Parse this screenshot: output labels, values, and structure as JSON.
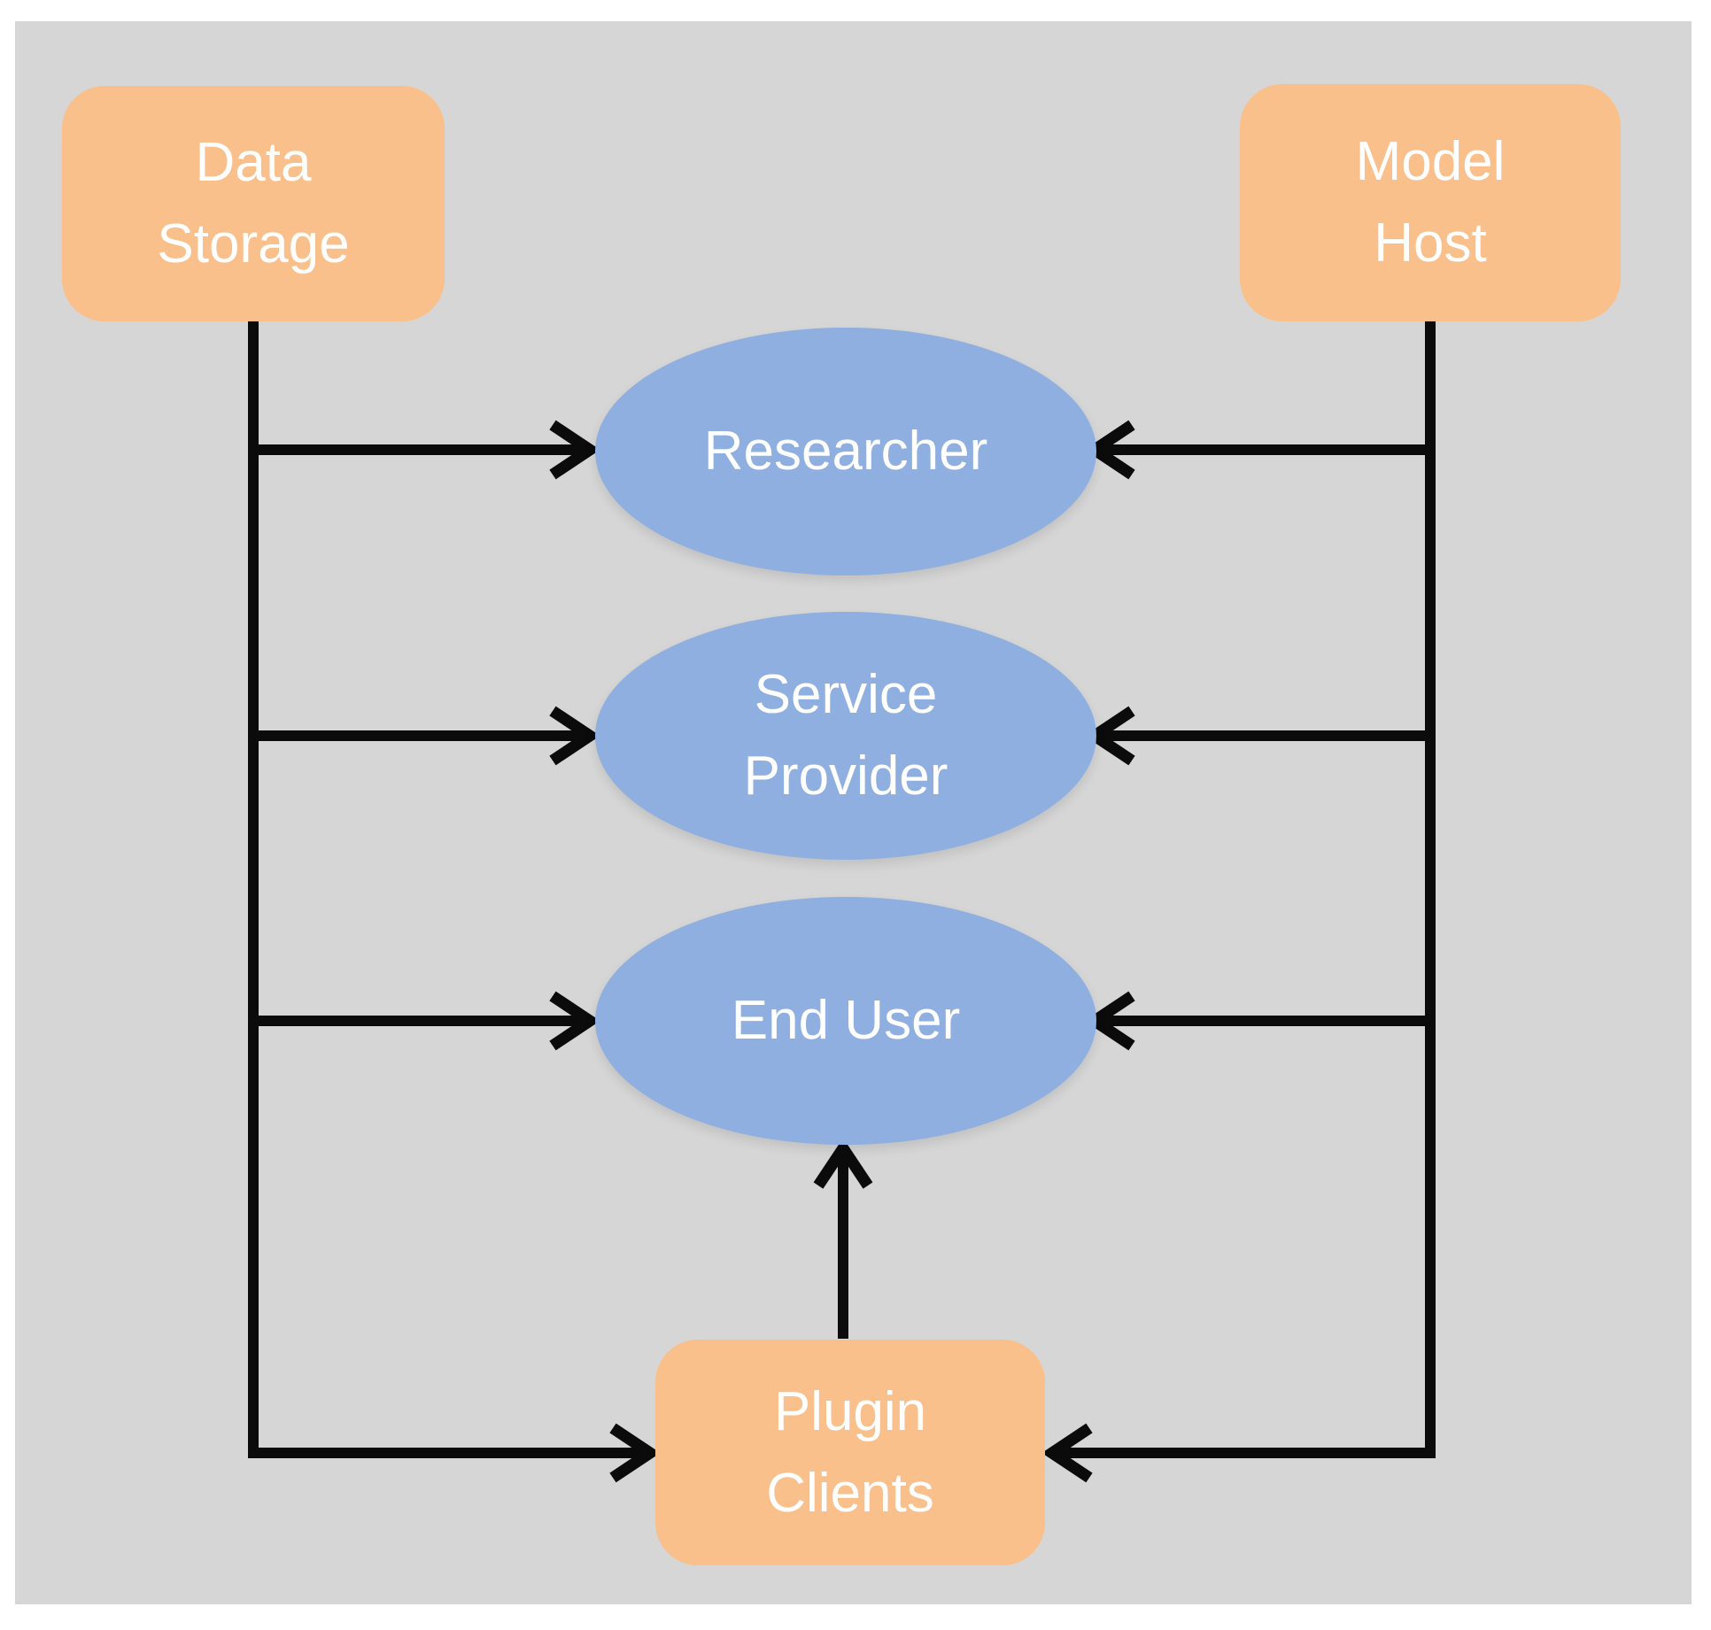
{
  "slide": {
    "page_background": "#ffffff",
    "background": "#d6d6d6"
  },
  "colors": {
    "source_node_fill": "#f9c08c",
    "actor_node_fill": "#8eafdf",
    "connector": "#0b0b0b",
    "label_text": "#ffffff"
  },
  "nodes": {
    "data_storage": {
      "shape": "rounded-rectangle",
      "line1": "Data",
      "line2": "Storage"
    },
    "model_host": {
      "shape": "rounded-rectangle",
      "line1": "Model",
      "line2": "Host"
    },
    "researcher": {
      "shape": "ellipse",
      "label": "Researcher"
    },
    "service_provider": {
      "shape": "ellipse",
      "line1": "Service",
      "line2": "Provider"
    },
    "end_user": {
      "shape": "ellipse",
      "label": "End User"
    },
    "plugin_clients": {
      "shape": "rounded-rectangle",
      "line1": "Plugin",
      "line2": "Clients"
    }
  },
  "edges": [
    {
      "from": "Data Storage",
      "to": "Researcher"
    },
    {
      "from": "Data Storage",
      "to": "Service Provider"
    },
    {
      "from": "Data Storage",
      "to": "End User"
    },
    {
      "from": "Data Storage",
      "to": "Plugin Clients"
    },
    {
      "from": "Model Host",
      "to": "Researcher"
    },
    {
      "from": "Model Host",
      "to": "Service Provider"
    },
    {
      "from": "Model Host",
      "to": "End User"
    },
    {
      "from": "Model Host",
      "to": "Plugin Clients"
    },
    {
      "from": "Plugin Clients",
      "to": "End User"
    }
  ]
}
